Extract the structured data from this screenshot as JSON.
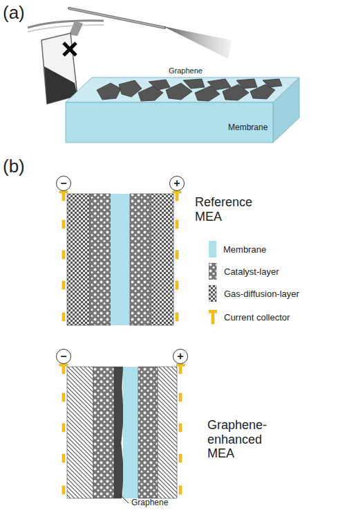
{
  "diagram": {
    "nodes": [
      {
        "text": [
          "−"
        ]
      },
      {
        "text": [
          "+"
        ]
      },
      {
        "text": [
          "−"
        ]
      },
      {
        "text": [
          "+"
        ]
      }
    ],
    "labels": [
      "(a)",
      "Graphene",
      "Membrane",
      "(b)",
      "Reference MEA",
      "Graphene-enhanced MEA",
      "Graphene"
    ],
    "legend": [
      {
        "text": "Membrane",
        "color": "#aedfea"
      },
      {
        "text": "Catalyst-layer"
      },
      {
        "text": "Gas-diffusion-layer"
      },
      {
        "text": "Current collector"
      }
    ]
  }
}
